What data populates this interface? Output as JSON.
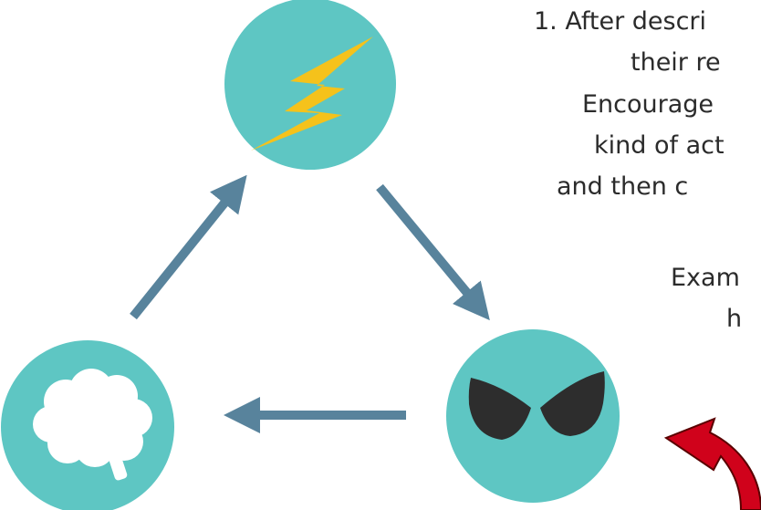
{
  "colors": {
    "node_fill": "#5ec6c3",
    "arrow": "#58839c",
    "bolt": "#f5c21b",
    "eyes": "#2d2d2d",
    "brain": "#ffffff",
    "red_arrow": "#d0021b",
    "text": "#2b2b2b"
  },
  "nodes": [
    {
      "id": "event",
      "icon": "lightning-bolt-icon"
    },
    {
      "id": "emotion",
      "icon": "angry-eyes-icon"
    },
    {
      "id": "thought",
      "icon": "brain-icon"
    }
  ],
  "text_lines": [
    "1. After descri",
    "their re",
    "Encourage",
    "kind of act",
    "and then c",
    "Exam",
    "h"
  ]
}
